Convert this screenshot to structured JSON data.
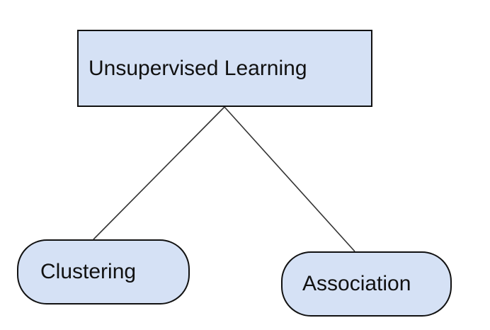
{
  "diagram": {
    "root": {
      "label": "Unsupervised Learning"
    },
    "children": [
      {
        "label": "Clustering"
      },
      {
        "label": "Association"
      }
    ]
  },
  "style": {
    "node_fill": "#d5e1f5",
    "stroke": "#111111",
    "background": "#ffffff"
  }
}
